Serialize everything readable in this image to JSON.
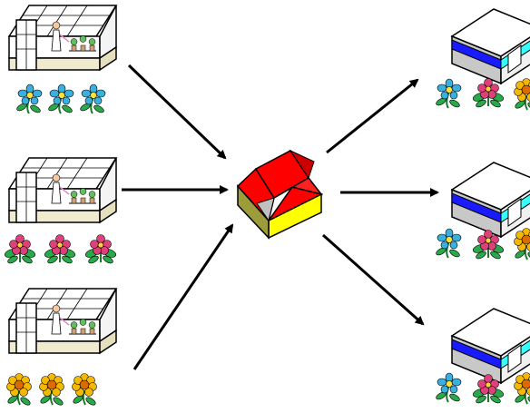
{
  "diagram": {
    "sources": [
      {
        "name": "greenhouse-top",
        "flower": "blue-flower",
        "count": 3
      },
      {
        "name": "greenhouse-middle",
        "flower": "pink-flower",
        "count": 3
      },
      {
        "name": "greenhouse-bottom",
        "flower": "yellow-flower",
        "count": 3
      }
    ],
    "hub": {
      "name": "central-depot",
      "icon": "red-roof-building-icon"
    },
    "destinations": [
      {
        "name": "store-top",
        "flowers": [
          "blue-flower",
          "pink-flower",
          "yellow-flower"
        ]
      },
      {
        "name": "store-middle",
        "flowers": [
          "blue-flower",
          "pink-flower",
          "yellow-flower"
        ]
      },
      {
        "name": "store-bottom",
        "flowers": [
          "blue-flower",
          "pink-flower",
          "yellow-flower"
        ]
      }
    ],
    "colors": {
      "blue_petal": "#3ab0e0",
      "pink_petal": "#e0407a",
      "yellow_petal": "#f5b800",
      "leaf": "#2aa84a",
      "roof": "#ff0000",
      "hub_wall": "#ffff00",
      "store_stripe": "#1a1aff",
      "store_cyan": "#33ffff",
      "arrow": "#000000"
    }
  }
}
